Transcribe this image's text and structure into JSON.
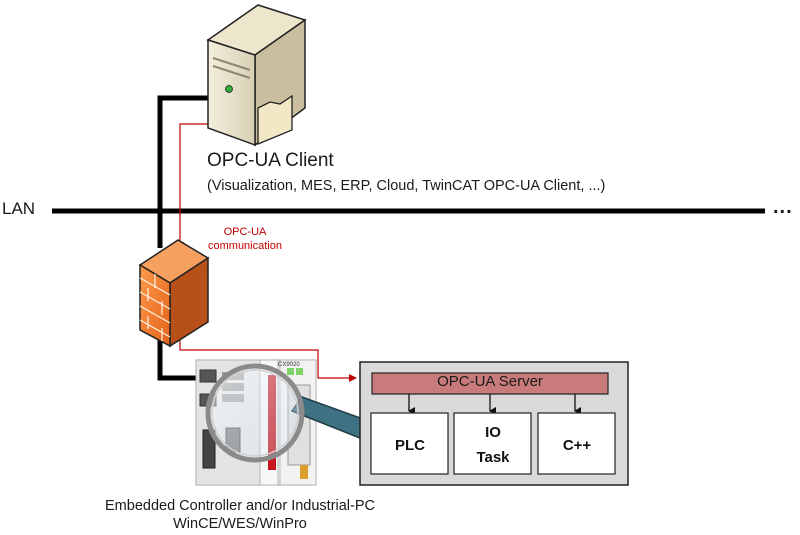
{
  "client": {
    "title": "OPC-UA Client",
    "subtitle": "(Visualization, MES, ERP, Cloud, TwinCAT OPC-UA Client, ...)"
  },
  "network": {
    "label": "LAN",
    "continuation": "..."
  },
  "communication": {
    "line1": "OPC-UA",
    "line2": "communication"
  },
  "server": {
    "label": "OPC-UA Server",
    "modules": [
      {
        "line1": "PLC",
        "line2": ""
      },
      {
        "line1": "IO",
        "line2": "Task"
      },
      {
        "line1": "C++",
        "line2": ""
      }
    ]
  },
  "device": {
    "model_text": "CX9020",
    "line1": "Embedded Controller and/or Industrial-PC",
    "line2": "WinCE/WES/WinPro"
  },
  "icons": {
    "client": "server-tower-icon",
    "firewall": "firewall-icon",
    "controller": "embedded-controller-icon",
    "magnifier": "magnifier-icon"
  },
  "colors": {
    "accent_red": "#c00000",
    "server_bar": "#c97b7b",
    "server_panel": "#d9d9d9",
    "firewall": "#f07a2a"
  }
}
